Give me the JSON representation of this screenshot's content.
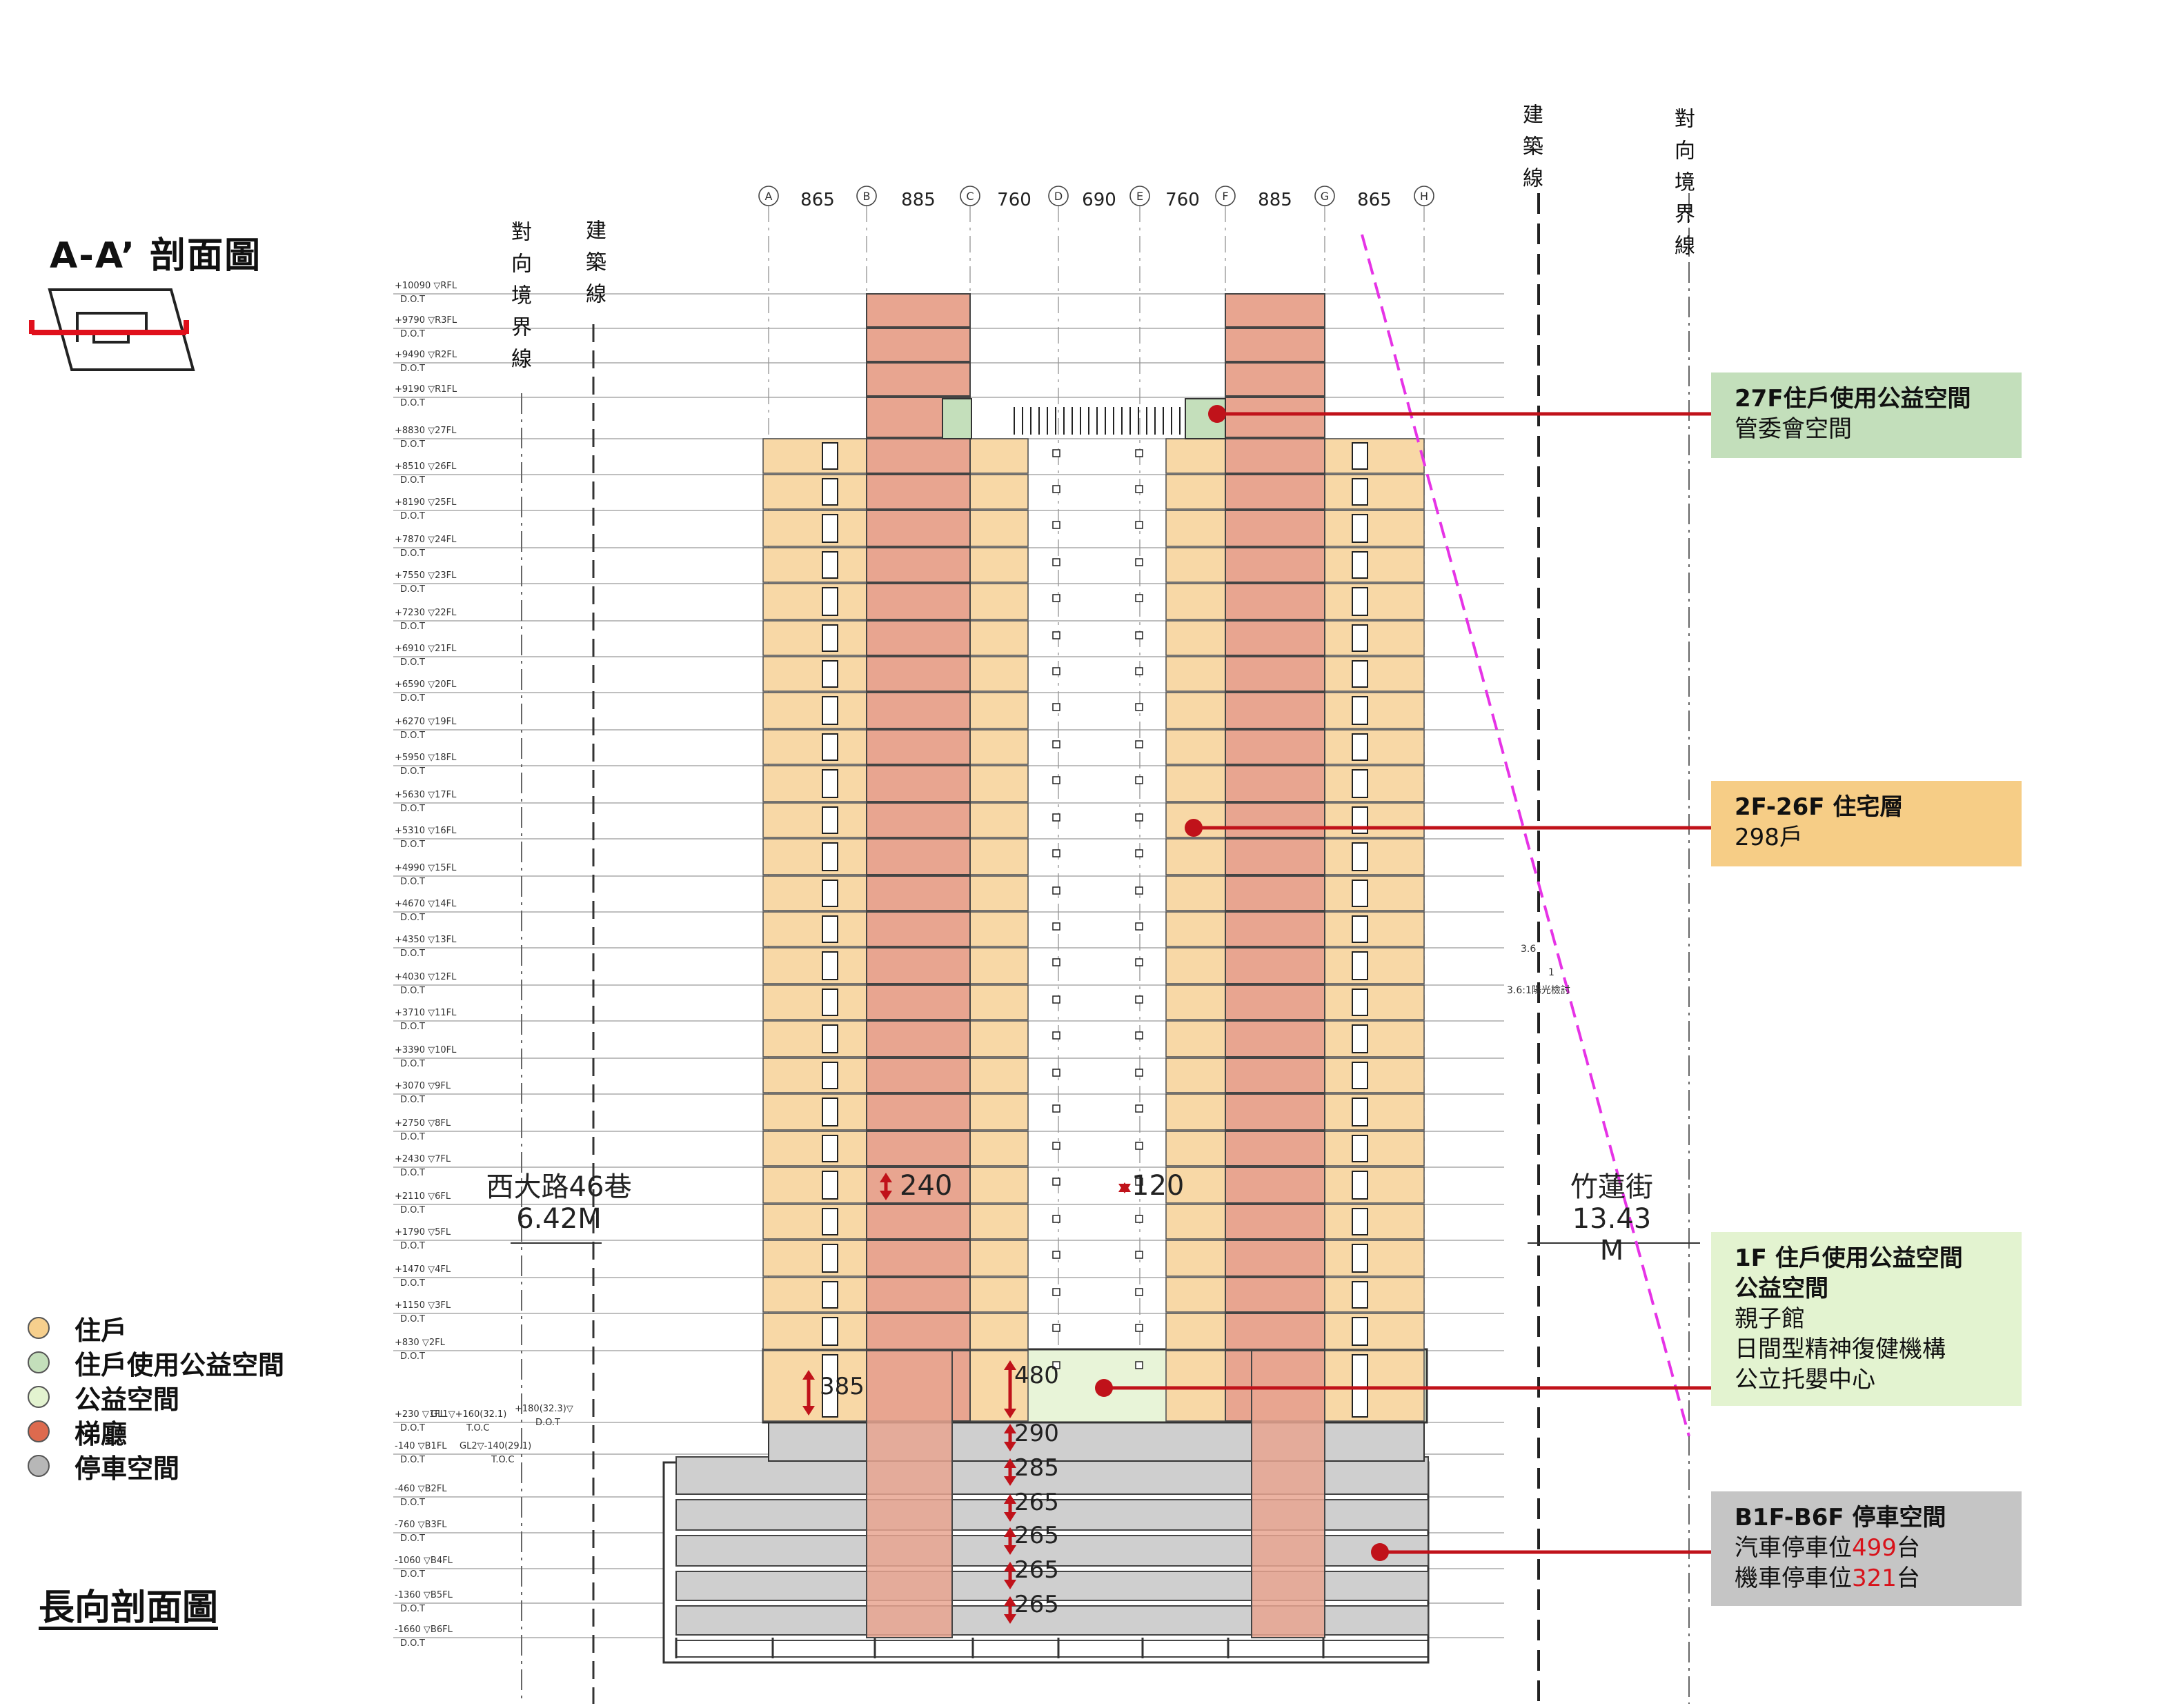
{
  "section_title": "A-A’ 剖面圖",
  "sub_title": "長向剖面圖",
  "legend": [
    {
      "label": "住戶",
      "color": "#f6cf8d"
    },
    {
      "label": "住戶使用公益空間",
      "color": "#c4dfbb"
    },
    {
      "label": "公益空間",
      "color": "#e3f3d0"
    },
    {
      "label": "梯廳",
      "color": "#dd6a4e"
    },
    {
      "label": "停車空間",
      "color": "#b7b7b7"
    }
  ],
  "grid": {
    "axes": [
      "A",
      "B",
      "C",
      "D",
      "E",
      "F",
      "G",
      "H"
    ],
    "spans": [
      "865",
      "885",
      "760",
      "690",
      "760",
      "885",
      "865"
    ]
  },
  "boundary_labels": {
    "left_opposite": "對向境界線",
    "left_building": "建築線",
    "right_building": "建築線",
    "right_opposite": "對向境界線"
  },
  "levels": [
    {
      "elev": "+10090",
      "floor": "RFL"
    },
    {
      "elev": "+9790",
      "floor": "R3FL"
    },
    {
      "elev": "+9490",
      "floor": "R2FL"
    },
    {
      "elev": "+9190",
      "floor": "R1FL"
    },
    {
      "elev": "+8830",
      "floor": "27FL"
    },
    {
      "elev": "+8510",
      "floor": "26FL"
    },
    {
      "elev": "+8190",
      "floor": "25FL"
    },
    {
      "elev": "+7870",
      "floor": "24FL"
    },
    {
      "elev": "+7550",
      "floor": "23FL"
    },
    {
      "elev": "+7230",
      "floor": "22FL"
    },
    {
      "elev": "+6910",
      "floor": "21FL"
    },
    {
      "elev": "+6590",
      "floor": "20FL"
    },
    {
      "elev": "+6270",
      "floor": "19FL"
    },
    {
      "elev": "+5950",
      "floor": "18FL"
    },
    {
      "elev": "+5630",
      "floor": "17FL"
    },
    {
      "elev": "+5310",
      "floor": "16FL"
    },
    {
      "elev": "+4990",
      "floor": "15FL"
    },
    {
      "elev": "+4670",
      "floor": "14FL"
    },
    {
      "elev": "+4350",
      "floor": "13FL"
    },
    {
      "elev": "+4030",
      "floor": "12FL"
    },
    {
      "elev": "+3710",
      "floor": "11FL"
    },
    {
      "elev": "+3390",
      "floor": "10FL"
    },
    {
      "elev": "+3070",
      "floor": "9FL"
    },
    {
      "elev": "+2750",
      "floor": "8FL"
    },
    {
      "elev": "+2430",
      "floor": "7FL"
    },
    {
      "elev": "+2110",
      "floor": "6FL"
    },
    {
      "elev": "+1790",
      "floor": "5FL"
    },
    {
      "elev": "+1470",
      "floor": "4FL"
    },
    {
      "elev": "+1150",
      "floor": "3FL"
    },
    {
      "elev": "+830",
      "floor": "2FL"
    },
    {
      "elev": "+230",
      "floor": "1FL"
    },
    {
      "elev": "-140",
      "floor": "B1FL"
    },
    {
      "elev": "-460",
      "floor": "B2FL"
    },
    {
      "elev": "-760",
      "floor": "B3FL"
    },
    {
      "elev": "-1060",
      "floor": "B4FL"
    },
    {
      "elev": "-1360",
      "floor": "B5FL"
    },
    {
      "elev": "-1660",
      "floor": "B6FL"
    }
  ],
  "level_tag": "D.O.T",
  "ground_notes": {
    "gl1": "GL1▽+160(32.1)",
    "gl1_sub": "T.O.C",
    "gl2": "GL2▽-140(29.1)",
    "gl2_sub": "T.O.C",
    "mid": "+180(32.3)▽",
    "mid_sub": "D.O.T"
  },
  "dimensions": {
    "typical_floor": "240",
    "slab_gap": "120",
    "first_floor_left": "385",
    "first_floor_center": "480",
    "basement": [
      "290",
      "285",
      "265",
      "265",
      "265",
      "265"
    ]
  },
  "roads": {
    "left_name": "西大路46巷",
    "left_width": "6.42M",
    "right_name": "竹蓮街",
    "right_width_num": "13.43",
    "right_width_unit": "M"
  },
  "setback_note": {
    "top": "3.6",
    "one": "1",
    "ratio": "3.6:1陽光檢討"
  },
  "callouts": [
    {
      "lines": [
        "27F住戶使用公益空間",
        "管委會空間"
      ],
      "bg": "#c3dfbb"
    },
    {
      "lines": [
        "2F-26F  住宅層",
        "298戶"
      ],
      "bg": "#f6cd86"
    },
    {
      "lines": [
        "1F  住戶使用公益空間",
        "公益空間",
        "親子館",
        "日間型精神復健機構",
        "公立托嬰中心"
      ],
      "bg": "#e3f3d0"
    },
    {
      "head": "B1F-B6F  停車空間",
      "car_pre": "汽車停車位",
      "car_num": "499",
      "car_suf": "台",
      "moto_pre": "機車停車位",
      "moto_num": "321",
      "moto_suf": "台",
      "bg": "#c5c5c5"
    }
  ],
  "leader_color": "#c0121a",
  "setback_line_color": "#e633e6"
}
